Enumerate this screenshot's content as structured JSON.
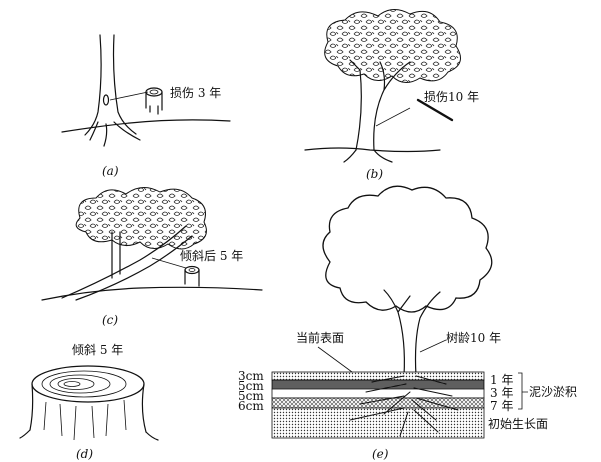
{
  "panels": {
    "a": {
      "caption": "(a)",
      "label": "损伤 3 年"
    },
    "b": {
      "caption": "(b)",
      "label": "损伤10 年"
    },
    "c": {
      "caption": "(c)",
      "label": "倾斜后 5 年"
    },
    "d": {
      "caption": "(d)",
      "label": "倾斜 5 年"
    },
    "e": {
      "caption": "(e)",
      "surface_label": "当前表面",
      "tree_age_label": "树龄10 年",
      "base_label": "初始生长面",
      "deposit_label": "泥沙淤积",
      "layers": [
        {
          "thickness": "3cm",
          "years": "1 年"
        },
        {
          "thickness": "5cm",
          "years": "3 年"
        },
        {
          "thickness": "5cm",
          "years": ""
        },
        {
          "thickness": "6cm",
          "years": "7 年"
        }
      ]
    }
  }
}
